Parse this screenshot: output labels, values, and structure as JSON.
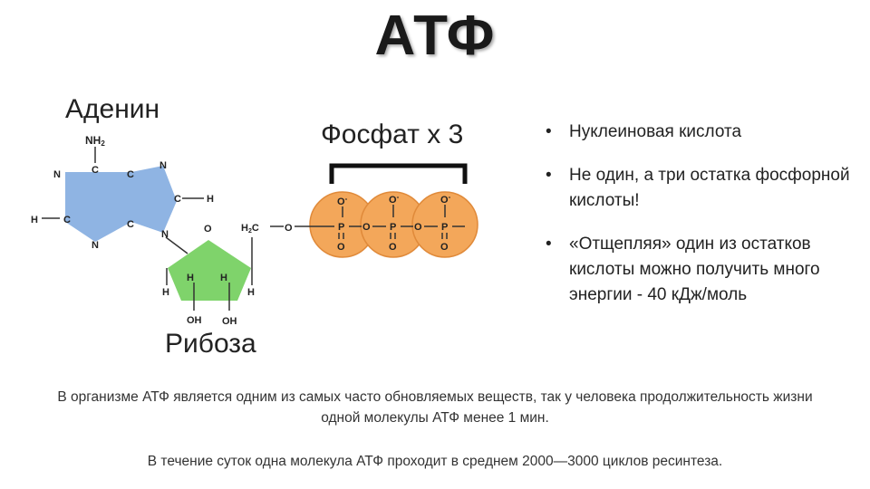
{
  "title": "АТФ",
  "labels": {
    "adenine": "Аденин",
    "phosphate": "Фосфат х 3",
    "ribose": "Рибоза"
  },
  "atoms": {
    "nh2": "NH",
    "nh2_sub": "2",
    "n": "N",
    "c": "C",
    "h": "H",
    "o": "O",
    "oh": "OH",
    "o_minus": "O",
    "minus": "-",
    "p": "P",
    "h2c": "H",
    "h2c_sub": "2",
    "h2c_c": "C"
  },
  "bullets": [
    "Нуклеиновая кислота",
    "Не один, а три остатка фосфорной кислоты!",
    "«Отщепляя» один из остатков кислоты можно получить много энергии - 40 кДж/моль"
  ],
  "notes": [
    "В организме АТФ является одним из самых часто обновляемых веществ, так у человека продолжительность жизни одной молекулы АТФ менее 1 мин.",
    "В течение суток одна молекула АТФ проходит в среднем 2000—3000 циклов ресинтеза."
  ],
  "colors": {
    "adenine_fill": "#8fb4e3",
    "ribose_fill": "#7fd36b",
    "phosphate_fill": "#f3a75a",
    "phosphate_stroke": "#e08a3a"
  }
}
